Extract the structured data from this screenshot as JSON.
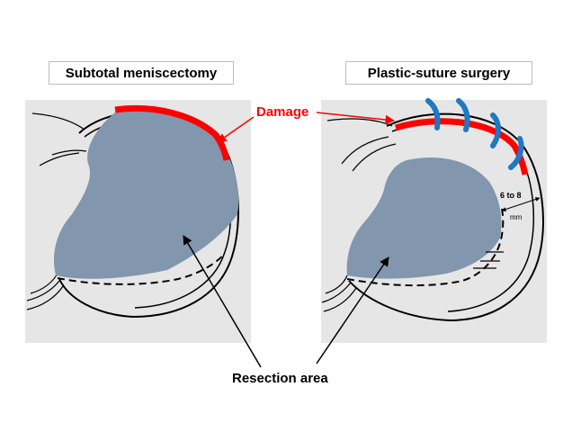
{
  "panels": {
    "left": {
      "title": "Subtotal meniscectomy"
    },
    "right": {
      "title": "Plastic-suture surgery"
    }
  },
  "labels": {
    "damage": "Damage",
    "resection": "Resection area",
    "distance_value": "6 to 8",
    "distance_unit": "mm"
  },
  "colors": {
    "resection_fill": "#8296ad",
    "damage_red": "#ff0000",
    "suture_blue": "#1f78c1",
    "panel_bg": "#e6e6e6"
  }
}
